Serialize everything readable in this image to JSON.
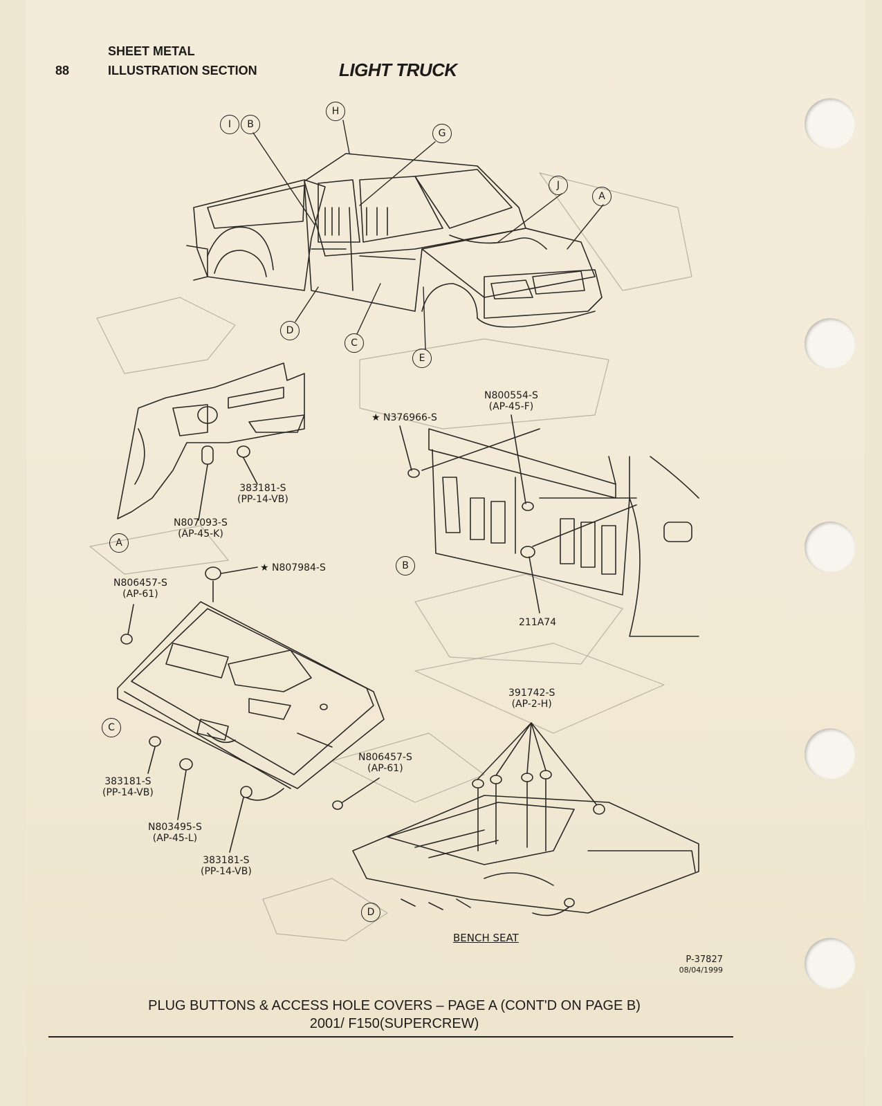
{
  "header": {
    "page_number": "88",
    "section_line1": "SHEET METAL",
    "section_line2": "ILLUSTRATION SECTION",
    "title": "LIGHT TRUCK"
  },
  "callouts_truck": [
    "I",
    "B",
    "H",
    "G",
    "J",
    "A",
    "D",
    "C",
    "E"
  ],
  "detail_a": {
    "marker": "A",
    "part1": "383181-S",
    "part1_code": "(PP-14-VB)",
    "part2": "N807093-S",
    "part2_code": "(AP-45-K)"
  },
  "detail_b": {
    "marker": "B",
    "part1": "★ N376966-S",
    "part2": "N800554-S",
    "part2_code": "(AP-45-F)",
    "part3": "211A74"
  },
  "detail_c": {
    "marker": "C",
    "part1": "N806457-S",
    "part1_code": "(AP-61)",
    "part2": "★ N807984-S",
    "part3": "383181-S",
    "part3_code": "(PP-14-VB)",
    "part4": "N803495-S",
    "part4_code": "(AP-45-L)",
    "part5": "383181-S",
    "part5_code": "(PP-14-VB)",
    "part6": "N806457-S",
    "part6_code": "(AP-61)"
  },
  "detail_d": {
    "marker": "D",
    "part1": "391742-S",
    "part1_code": "(AP-2-H)",
    "caption": "BENCH SEAT"
  },
  "reference": {
    "number": "P-37827",
    "date": "08/04/1999"
  },
  "footer": {
    "line1": "PLUG BUTTONS & ACCESS HOLE COVERS – PAGE A (CONT'D ON PAGE B)",
    "line2": "2001/ F150(SUPERCREW)"
  }
}
